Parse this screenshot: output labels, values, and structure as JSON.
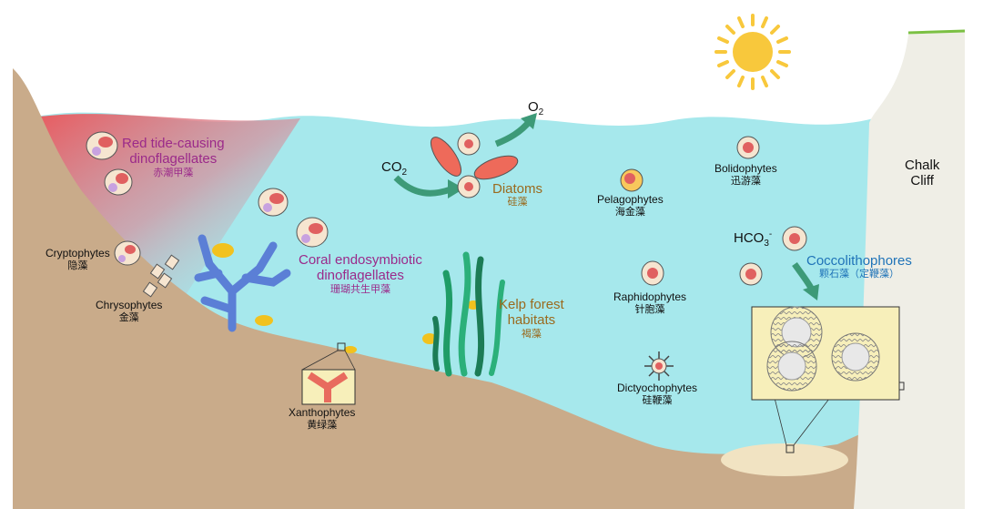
{
  "labels": {
    "red_tide": {
      "en": "Red tide-causing\ndinoflagellates",
      "cn": "赤潮甲藻"
    },
    "coral": {
      "en": "Coral endosymbiotic\ndinoflagellates",
      "cn": "珊瑚共生甲藻"
    },
    "cryptophytes": {
      "en": "Cryptophytes",
      "cn": "隐藻"
    },
    "chrysophytes": {
      "en": "Chrysophytes",
      "cn": "金藻"
    },
    "xanthophytes": {
      "en": "Xanthophytes",
      "cn": "黄绿藻"
    },
    "diatoms": {
      "en": "Diatoms",
      "cn": "硅藻"
    },
    "kelp": {
      "en": "Kelp forest\nhabitats",
      "cn": "褐藻"
    },
    "pelagophytes": {
      "en": "Pelagophytes",
      "cn": "海金藻"
    },
    "raphidophytes": {
      "en": "Raphidophytes",
      "cn": "针胞藻"
    },
    "dictyochophytes": {
      "en": "Dictyochophytes",
      "cn": "硅鞭藻"
    },
    "bolidophytes": {
      "en": "Bolidophytes",
      "cn": "迅游藻"
    },
    "coccolithophores": {
      "en": "Coccolithophores",
      "cn": "颗石藻（定鞭藻）"
    },
    "chalk_cliff": "Chalk\nCliff",
    "co2": {
      "main": "CO",
      "sub": "2"
    },
    "o2": {
      "main": "O",
      "sub": "2"
    },
    "hco3": {
      "main": "HCO",
      "sub": "3",
      "sup": "-"
    }
  },
  "colors": {
    "water": "#a6e8ec",
    "seabed": "#c9ab8a",
    "cliff": "#efeee6",
    "arrow_green": "#3d9a78",
    "sun": "#f8c83c",
    "red_tide": "#e9585c",
    "label_purple": "#9b2a8a",
    "label_brown": "#9a6a1e",
    "label_blue": "#1f73b8"
  },
  "icons": [
    "sun-icon",
    "diatom-cell-icon",
    "dinoflagellate-cell-icon",
    "coral-icon",
    "kelp-icon",
    "fish-icon",
    "coccolith-icon",
    "magnifier-inset-icon"
  ]
}
